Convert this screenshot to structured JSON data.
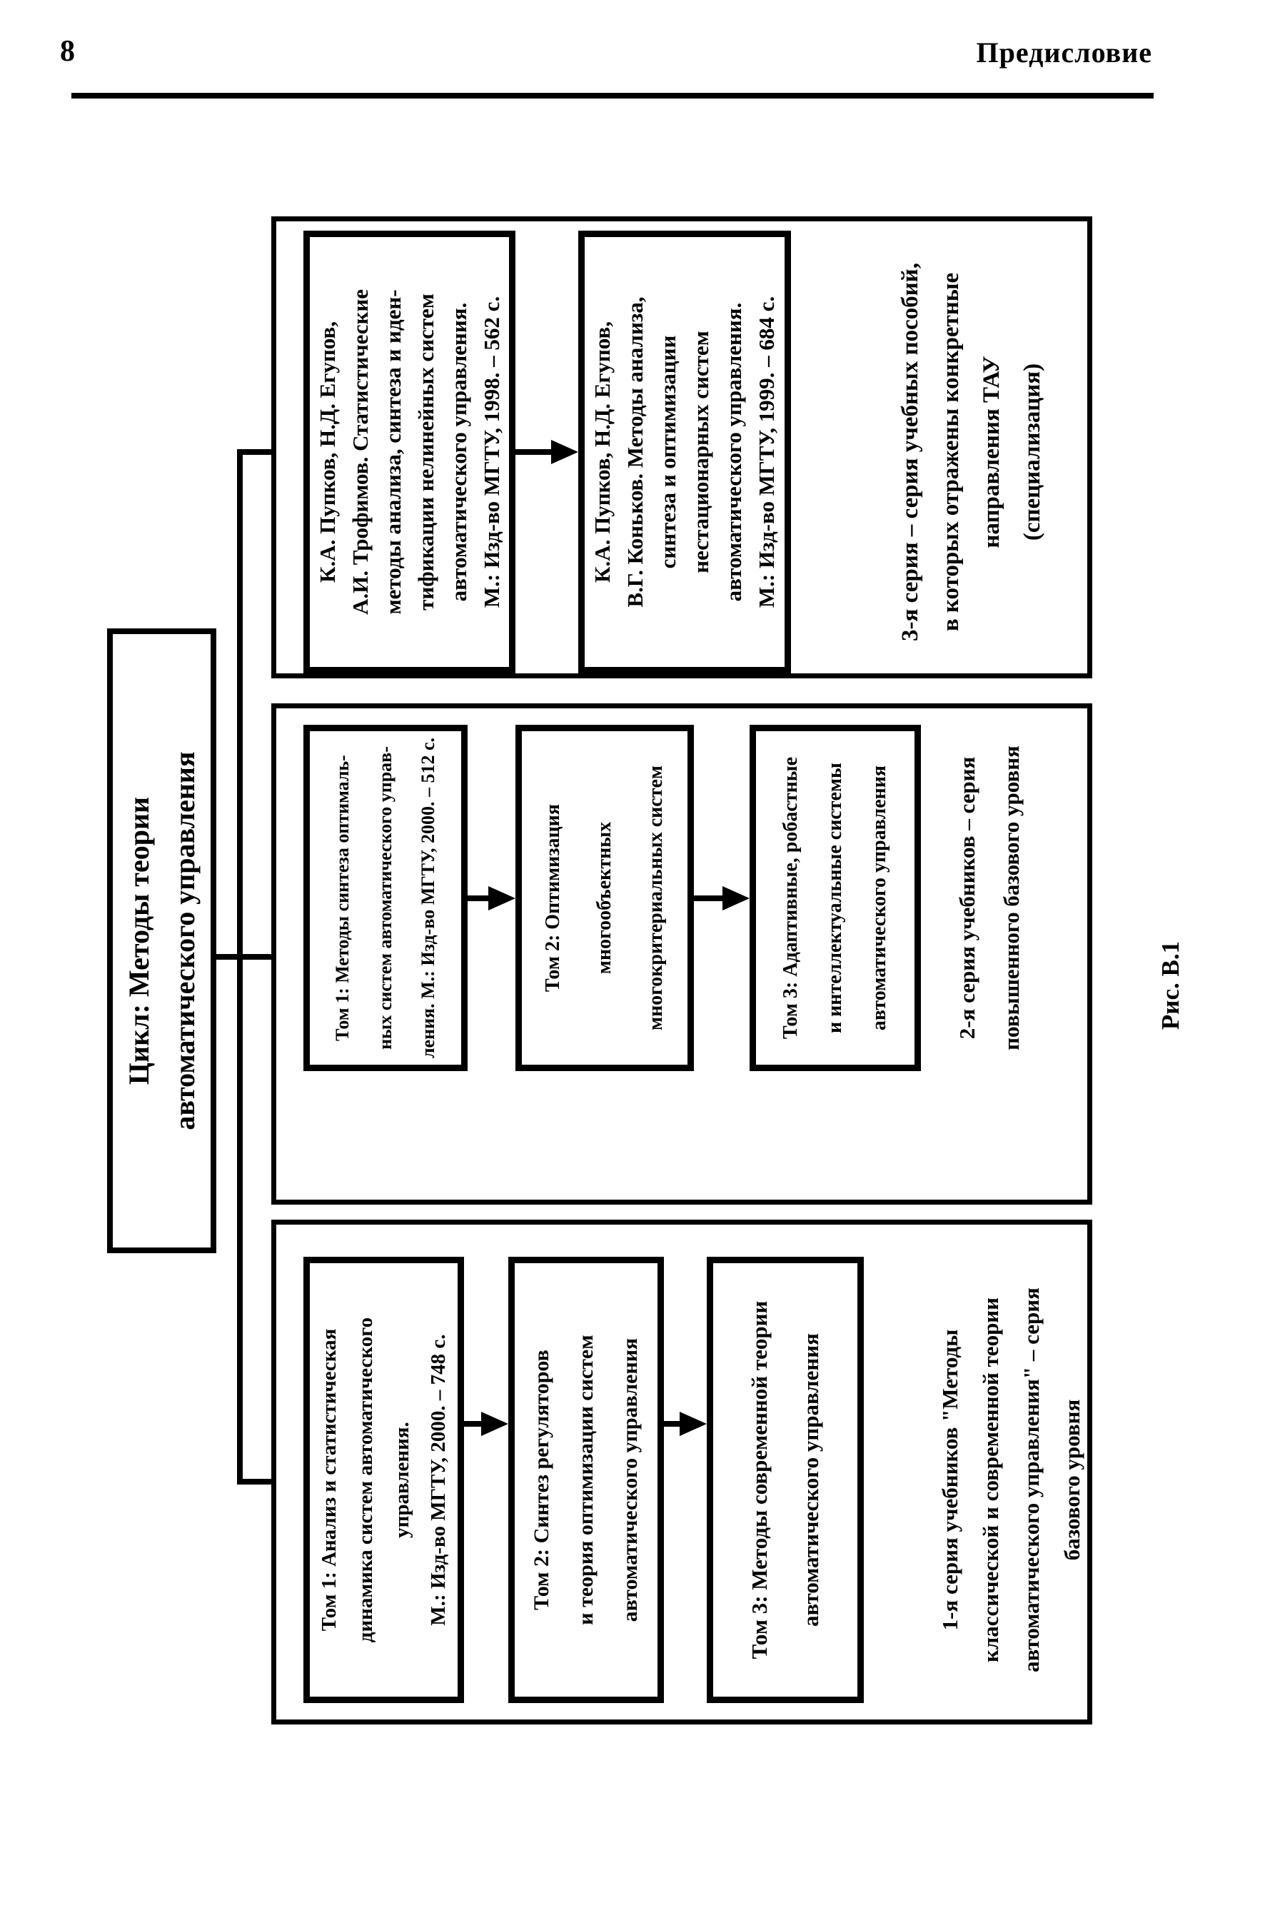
{
  "page": {
    "number": "8",
    "header_title": "Предисловие"
  },
  "figure": {
    "caption": "Рис. В.1",
    "root_box": {
      "lines": [
        "Цикл: Методы теории",
        "автоматического управления"
      ]
    },
    "groups": [
      {
        "id": "series-1",
        "caption": [
          "1-я серия учебников \"Методы",
          "классической и современной теории",
          "автоматического управления\" – серия",
          "базового уровня"
        ],
        "boxes": [
          {
            "lines": [
              "Том 1: Анализ и статистическая",
              "динамика систем автоматического",
              "управления.",
              "М.: Изд-во МГТУ, 2000. – 748 с."
            ]
          },
          {
            "lines": [
              "Том 2: Синтез регуляторов",
              "и теория оптимизации систем",
              "автоматического управления"
            ]
          },
          {
            "lines": [
              "Том 3: Методы современной теории",
              "автоматического управления"
            ]
          }
        ]
      },
      {
        "id": "series-2",
        "caption": [
          "2-я серия учебников – серия",
          "повышенного базового уровня"
        ],
        "boxes": [
          {
            "lines": [
              "Том 1: Методы синтеза оптималь-",
              "ных систем автоматического управ-",
              "ления. М.: Изд-во МГТУ, 2000. – 512 с."
            ]
          },
          {
            "lines": [
              "Том 2: Оптимизация многообъектных",
              "многокритериальных систем"
            ]
          },
          {
            "lines": [
              "Том 3: Адаптивные, робастные",
              "и интеллектуальные системы",
              "автоматического управления"
            ]
          }
        ]
      },
      {
        "id": "series-3",
        "caption": [
          "3-я серия – серия учебных пособий,",
          "в которых отражены конкретные",
          "направления ТАУ",
          "(специализация)"
        ],
        "boxes": [
          {
            "lines": [
              "К.А. Пупков, Н.Д. Егупов,",
              "А.И. Трофимов. Статистические",
              "методы анализа, синтеза и иден-",
              "тификации нелинейных систем",
              "автоматического управления.",
              "М.: Изд-во МГТУ, 1998. – 562 с."
            ]
          },
          {
            "lines": [
              "К.А. Пупков, Н.Д. Егупов,",
              "В.Г. Коньков. Методы анализа,",
              "синтеза и оптимизации",
              "нестационарных систем",
              "автоматического управления.",
              "М.: Изд-во МГТУ, 1999. – 684 с."
            ]
          }
        ]
      }
    ]
  }
}
